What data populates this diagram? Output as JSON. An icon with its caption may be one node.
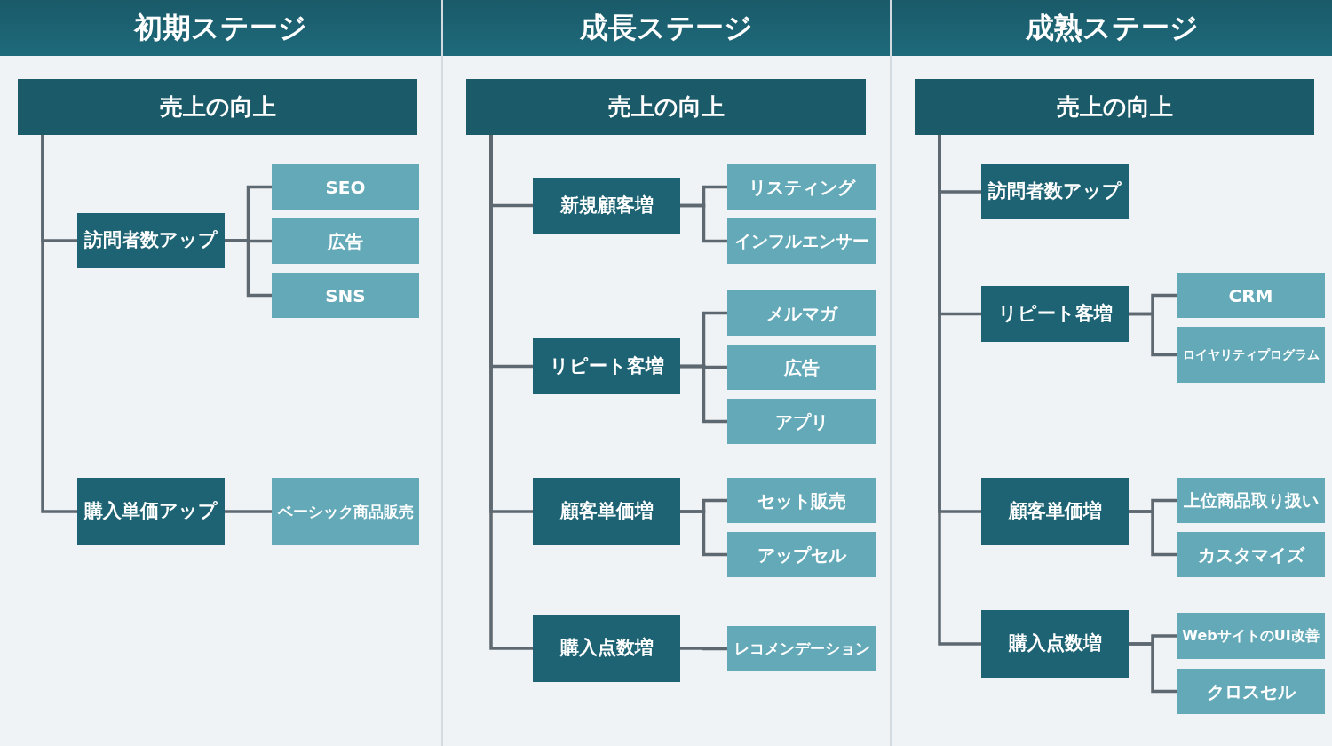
{
  "diagram": {
    "nodes": [
      {
        "text": [
          "初期ステージ"
        ]
      },
      {
        "text": [
          "売上の向上"
        ]
      },
      {
        "text": [
          "訪問者数アップ"
        ]
      },
      {
        "text": [
          "SEO"
        ]
      },
      {
        "text": [
          "広告"
        ]
      },
      {
        "text": [
          "SNS"
        ]
      },
      {
        "text": [
          "購入単価アップ"
        ]
      },
      {
        "text": [
          "ベーシック商品販売"
        ]
      },
      {
        "text": [
          "成長ステージ"
        ]
      },
      {
        "text": [
          "売上の向上"
        ]
      },
      {
        "text": [
          "新規顧客増"
        ]
      },
      {
        "text": [
          "リスティング"
        ]
      },
      {
        "text": [
          "インフルエンサー"
        ]
      },
      {
        "text": [
          "リピート客増"
        ]
      },
      {
        "text": [
          "メルマガ"
        ]
      },
      {
        "text": [
          "広告"
        ]
      },
      {
        "text": [
          "アプリ"
        ]
      },
      {
        "text": [
          "顧客単価増"
        ]
      },
      {
        "text": [
          "セット販売"
        ]
      },
      {
        "text": [
          "アップセル"
        ]
      },
      {
        "text": [
          "購入点数増"
        ]
      },
      {
        "text": [
          "レコメンデーション"
        ]
      },
      {
        "text": [
          "成熟ステージ"
        ]
      },
      {
        "text": [
          "売上の向上"
        ]
      },
      {
        "text": [
          "訪問者数アップ"
        ]
      },
      {
        "text": [
          "リピート客増"
        ]
      },
      {
        "text": [
          "CRM"
        ]
      },
      {
        "text": [
          "ロイヤリティプログラム"
        ]
      },
      {
        "text": [
          "顧客単価増"
        ]
      },
      {
        "text": [
          "上位商品取り扱い"
        ]
      },
      {
        "text": [
          "カスタマイズ"
        ]
      },
      {
        "text": [
          "購入点数増"
        ]
      },
      {
        "text": [
          "WebサイトのUI改善"
        ]
      },
      {
        "text": [
          "クロスセル"
        ]
      }
    ],
    "edges": [
      {
        "from": 1,
        "to": 2,
        "arrow": "none"
      },
      {
        "from": 1,
        "to": 6,
        "arrow": "none"
      },
      {
        "from": 2,
        "to": 3,
        "arrow": "none"
      },
      {
        "from": 2,
        "to": 4,
        "arrow": "none"
      },
      {
        "from": 2,
        "to": 5,
        "arrow": "none"
      },
      {
        "from": 6,
        "to": 7,
        "arrow": "none"
      },
      {
        "from": 9,
        "to": 10,
        "arrow": "none"
      },
      {
        "from": 9,
        "to": 13,
        "arrow": "none"
      },
      {
        "from": 9,
        "to": 17,
        "arrow": "none"
      },
      {
        "from": 9,
        "to": 20,
        "arrow": "none"
      },
      {
        "from": 10,
        "to": 11,
        "arrow": "none"
      },
      {
        "from": 10,
        "to": 12,
        "arrow": "none"
      },
      {
        "from": 13,
        "to": 14,
        "arrow": "none"
      },
      {
        "from": 13,
        "to": 15,
        "arrow": "none"
      },
      {
        "from": 13,
        "to": 16,
        "arrow": "none"
      },
      {
        "from": 17,
        "to": 18,
        "arrow": "none"
      },
      {
        "from": 17,
        "to": 19,
        "arrow": "none"
      },
      {
        "from": 20,
        "to": 21,
        "arrow": "none"
      },
      {
        "from": 23,
        "to": 24,
        "arrow": "none"
      },
      {
        "from": 23,
        "to": 25,
        "arrow": "none"
      },
      {
        "from": 23,
        "to": 28,
        "arrow": "none"
      },
      {
        "from": 23,
        "to": 31,
        "arrow": "none"
      },
      {
        "from": 25,
        "to": 26,
        "arrow": "none"
      },
      {
        "from": 25,
        "to": 27,
        "arrow": "none"
      },
      {
        "from": 28,
        "to": 29,
        "arrow": "none"
      },
      {
        "from": 28,
        "to": 30,
        "arrow": "none"
      },
      {
        "from": 31,
        "to": 32,
        "arrow": "none"
      },
      {
        "from": 31,
        "to": 33,
        "arrow": "none"
      }
    ]
  }
}
